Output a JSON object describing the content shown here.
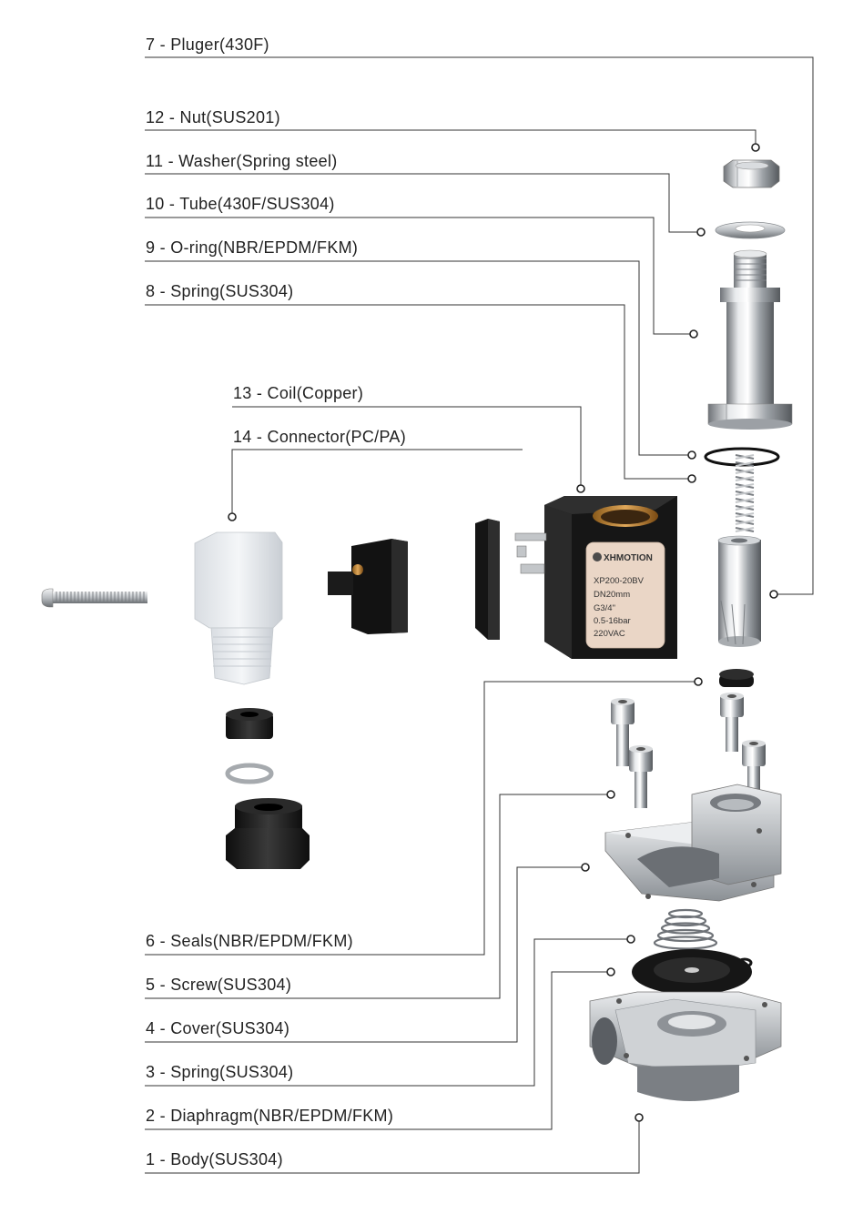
{
  "parts": [
    {
      "id": "p7",
      "label": "7 - Pluger(430F)"
    },
    {
      "id": "p12",
      "label": "12 - Nut(SUS201)"
    },
    {
      "id": "p11",
      "label": "11 - Washer(Spring steel)"
    },
    {
      "id": "p10",
      "label": "10 - Tube(430F/SUS304)"
    },
    {
      "id": "p9",
      "label": "9 - O-ring(NBR/EPDM/FKM)"
    },
    {
      "id": "p8",
      "label": "8 - Spring(SUS304)"
    },
    {
      "id": "p13",
      "label": "13 - Coil(Copper)"
    },
    {
      "id": "p14",
      "label": "14 - Connector(PC/PA)"
    },
    {
      "id": "p6",
      "label": "6 - Seals(NBR/EPDM/FKM)"
    },
    {
      "id": "p5",
      "label": "5 - Screw(SUS304)"
    },
    {
      "id": "p4",
      "label": "4 - Cover(SUS304)"
    },
    {
      "id": "p3",
      "label": "3 - Spring(SUS304)"
    },
    {
      "id": "p2",
      "label": "2 - Diaphragm(NBR/EPDM/FKM)"
    },
    {
      "id": "p1",
      "label": "1 - Body(SUS304)"
    }
  ],
  "coil_label": {
    "brand": "XHMOTION",
    "model": "XP200-20BV",
    "dn": "DN20mm",
    "thread": "G3/4\"",
    "pressure": "0.5-16bar",
    "voltage": "220VAC"
  },
  "colors": {
    "line": "#333333",
    "metal": "#c8ccd0",
    "coil_body": "#1e1e1e",
    "coil_plate": "#e9d5c6",
    "rubber": "#1a1a1a"
  }
}
